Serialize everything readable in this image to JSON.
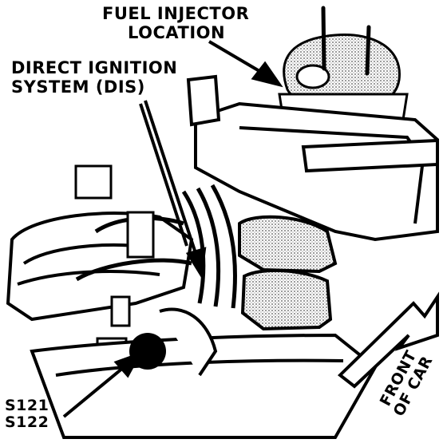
{
  "labels": {
    "fuel_injector": [
      "FUEL INJECTOR",
      "LOCATION"
    ],
    "dis": [
      "DIRECT IGNITION",
      "SYSTEM (DIS)"
    ],
    "connectors": [
      "S121",
      "S122"
    ],
    "front_of_car": [
      "FRONT",
      "OF CAR"
    ]
  },
  "colors": {
    "line": "#000000",
    "background": "#ffffff",
    "stipple": "#7a7a7a"
  }
}
